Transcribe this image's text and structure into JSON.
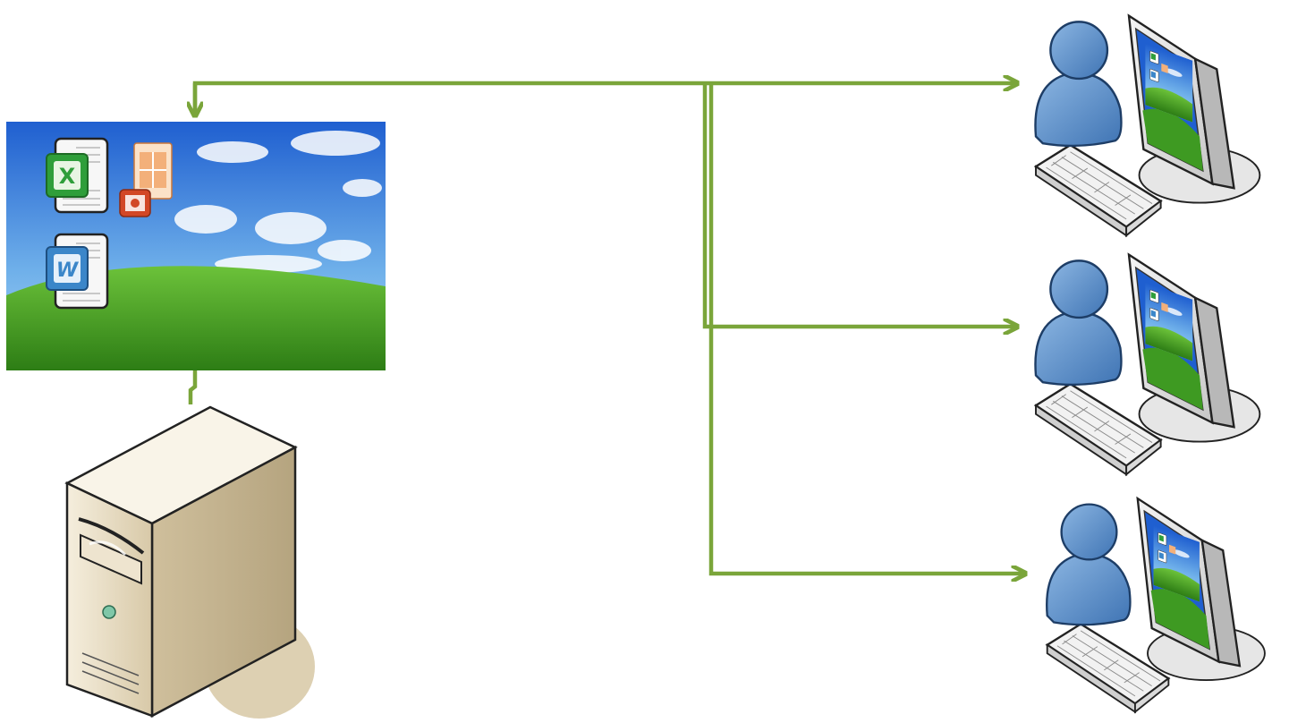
{
  "diagram": {
    "description_free": true,
    "connector_color": "#7aa53a",
    "nodes": {
      "server": {
        "icon": "server-tower-icon"
      },
      "shared_desktop": {
        "icon": "desktop-wallpaper",
        "apps": [
          "X",
          "W"
        ]
      },
      "clients": [
        {
          "icon": "user-workstation-icon"
        },
        {
          "icon": "user-workstation-icon"
        },
        {
          "icon": "user-workstation-icon"
        }
      ]
    },
    "app_letters": {
      "excel": "X",
      "word": "W"
    },
    "colors": {
      "sky_top": "#1f5fd0",
      "sky_bottom": "#8cc4f0",
      "grass": "#3e9a22",
      "user_blue": "#5b8fc8",
      "server_beige": "#e8dcc4"
    }
  }
}
